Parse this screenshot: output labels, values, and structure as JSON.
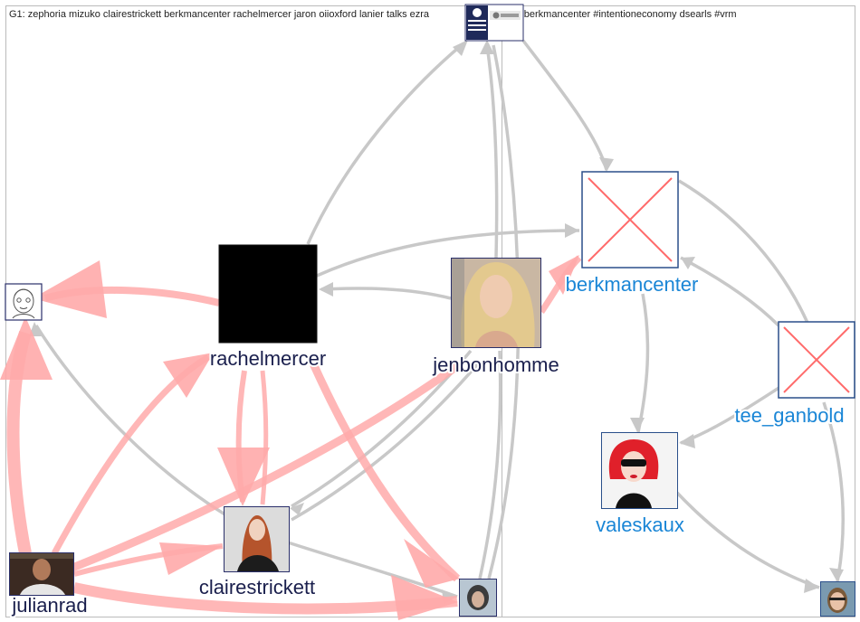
{
  "groups": {
    "g1": {
      "title": "G1: zephoria mizuko clairestrickett berkmancenter rachelmercer jaron oiioxford lanier talks ezra"
    },
    "g2": {
      "title": "G2: berkmancenter #intentioneconomy dsearls #vrm"
    }
  },
  "colors": {
    "edge_strong": "#ff8f8f",
    "edge_gray": "#c6c6c6",
    "label_g1": "#1a1f4d",
    "label_g2": "#1a86d6",
    "panel_border": "#bbbbbb"
  },
  "nodes": {
    "rachelmercer": {
      "label": "rachelmercer",
      "icon": "black-square-avatar"
    },
    "jenbonhomme": {
      "label": "jenbonhomme",
      "icon": "woman-photo-avatar"
    },
    "clairestrickett": {
      "label": "clairestrickett",
      "icon": "woman-portrait-avatar"
    },
    "julianrad": {
      "label": "julianrad",
      "icon": "man-photo-avatar"
    },
    "sketch_user": {
      "label": "",
      "icon": "sketch-face-avatar"
    },
    "hood_user": {
      "label": "",
      "icon": "hooded-person-avatar"
    },
    "oiioxford": {
      "label": "",
      "icon": "oii-logo-avatar"
    },
    "berkmancenter": {
      "label": "berkmancenter",
      "icon": "broken-image-avatar"
    },
    "tee_ganbold": {
      "label": "tee_ganbold",
      "icon": "broken-image-avatar"
    },
    "valeskaux": {
      "label": "valeskaux",
      "icon": "red-hair-cartoon-avatar"
    },
    "glasses_user": {
      "label": "",
      "icon": "glasses-woman-avatar"
    }
  }
}
